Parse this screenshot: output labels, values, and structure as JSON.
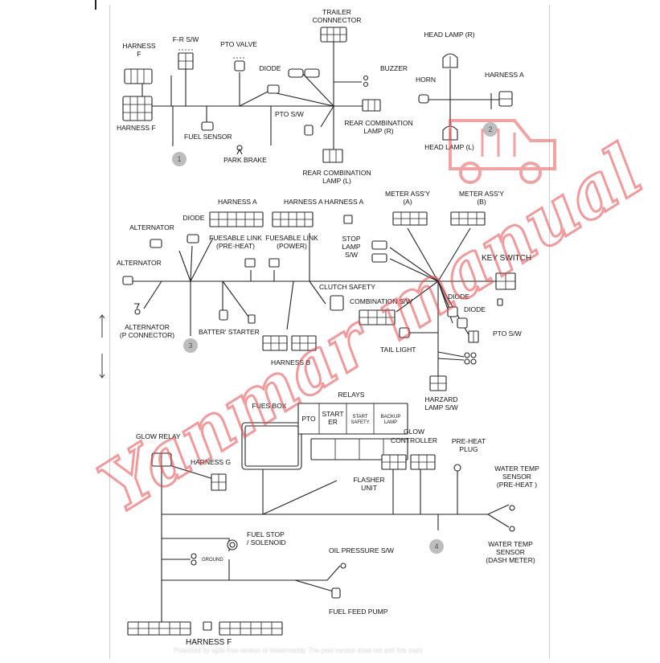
{
  "labels": {
    "trailer_connector": [
      "TRAILER",
      "CONNNECTOR"
    ],
    "harness_f_top": [
      "HARNESS",
      "F"
    ],
    "fr_sw": "F-R S/W",
    "pto_valve": "PTO VALVE",
    "diode_1": "DIODE",
    "buzzer": "BUZZER",
    "harness_f_left": "HARNESS F",
    "fuel_sensor": "FUEL SENSOR",
    "pto_sw_1": "PTO S/W",
    "park_brake": "PARK BRAKE",
    "rear_comb_r": [
      "REAR COMBINATION",
      "LAMP (R)"
    ],
    "rear_comb_l": [
      "REAR COMBINATION",
      "LAMP (L)"
    ],
    "head_lamp_r": "HEAD LAMP (R)",
    "horn": "HORN",
    "harness_a_top": "HARNESS A",
    "head_lamp_l": "HEAD LAMP (L)",
    "harness_a_1": "HARNESS A",
    "harness_a_2": "HARNESS A HARNESS A",
    "meter_a": [
      "METER ASS'Y",
      "(A)"
    ],
    "meter_b": [
      "METER ASS'Y",
      "(B)"
    ],
    "alternator_1": "ALTERNATOR",
    "diode_2": "DIODE",
    "fuse_link_preheat": [
      "FUESABLE LINK",
      "(PRE-HEAT)"
    ],
    "fuse_link_power": [
      "FUESABLE LINK",
      "(POWER)"
    ],
    "stop_lamp_sw": [
      "STOP",
      "LAMP",
      "S/W"
    ],
    "key_switch": "KEY SWITCH",
    "alternator_2": "ALTERNATOR",
    "clutch_safety": "CLUTCH SAFETY",
    "combination_sw": "COMBINATION S/W",
    "diode_3": "DIODE",
    "diode_4": "DIODE",
    "alternator_p": [
      "ALTERNATOR",
      "(P CONNECTOR)"
    ],
    "battery_starter": "BATTER' STARTER",
    "pto_sw_2": "PTO S/W",
    "tail_light": "TAIL LIGHT",
    "harness_b": "HARNESS B",
    "hazard_sw": [
      "HARZARD",
      "LAMP S/W"
    ],
    "fuse_box": "FUES BOX",
    "relays": "RELAYS",
    "relay_pto": "PTO",
    "relay_starter": [
      "START",
      "ER"
    ],
    "relay_start_safety": [
      "START",
      "SAFETY"
    ],
    "relay_backup": [
      "BACKUP",
      "LAMP"
    ],
    "glow_relay": "GLOW RELAY",
    "glow_controller": [
      "GLOW",
      "CONTROLLER"
    ],
    "preheat_plug": [
      "PRE-HEAT",
      "PLUG"
    ],
    "harness_g": "HARNESS G",
    "water_temp_preheat": [
      "WATER TEMP",
      "SENSOR",
      "(PRE-HEAT )"
    ],
    "flasher_unit": [
      "FLASHER",
      "UNIT"
    ],
    "fuel_stop": [
      "FUEL STOP",
      "/ SOLENOID"
    ],
    "ground": "GROUND",
    "water_temp_dash": [
      "WATER TEMP",
      "SENSOR",
      "(DASH METER)"
    ],
    "oil_pressure": "OIL PRESSURE S/W",
    "fuel_feed_pump": "FUEL FEED PUMP",
    "harness_f_bottom": "HARNESS F"
  },
  "section_badges": [
    "1",
    "2",
    "3",
    "4"
  ],
  "watermark_text": "Yanmar manual",
  "footer_note": "Protected by agile free version of Watermarkly. The paid version does not add this mark",
  "colors": {
    "line": "#222222",
    "badge": "#bdbdbd",
    "watermark": "#e8474a",
    "page_bg": "#ffffff"
  },
  "icons": {
    "resize_handle": "double-arrow-vertical-icon"
  }
}
